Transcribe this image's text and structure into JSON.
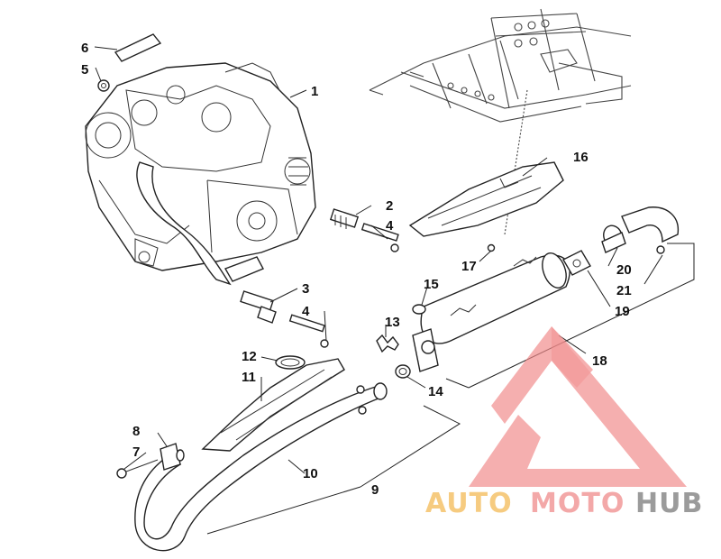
{
  "callouts": [
    {
      "id": "c1",
      "text": "1"
    },
    {
      "id": "c2",
      "text": "2"
    },
    {
      "id": "c3",
      "text": "3"
    },
    {
      "id": "c4a",
      "text": "4"
    },
    {
      "id": "c4b",
      "text": "4"
    },
    {
      "id": "c5",
      "text": "5"
    },
    {
      "id": "c6",
      "text": "6"
    },
    {
      "id": "c7",
      "text": "7"
    },
    {
      "id": "c8",
      "text": "8"
    },
    {
      "id": "c9",
      "text": "9"
    },
    {
      "id": "c10",
      "text": "10"
    },
    {
      "id": "c11",
      "text": "11"
    },
    {
      "id": "c12",
      "text": "12"
    },
    {
      "id": "c13",
      "text": "13"
    },
    {
      "id": "c14",
      "text": "14"
    },
    {
      "id": "c15",
      "text": "15"
    },
    {
      "id": "c16",
      "text": "16"
    },
    {
      "id": "c17",
      "text": "17"
    },
    {
      "id": "c18",
      "text": "18"
    },
    {
      "id": "c19",
      "text": "19"
    },
    {
      "id": "c20",
      "text": "20"
    },
    {
      "id": "c21",
      "text": "21"
    }
  ],
  "watermark": {
    "part1": "AUTO",
    "part2": "MOTO",
    "part3": "HUB",
    "color_auto": "#f5c26b",
    "color_moto": "#f29a9a",
    "color_hub": "#8a8a8a",
    "triangle_color": "#f08a8a"
  }
}
